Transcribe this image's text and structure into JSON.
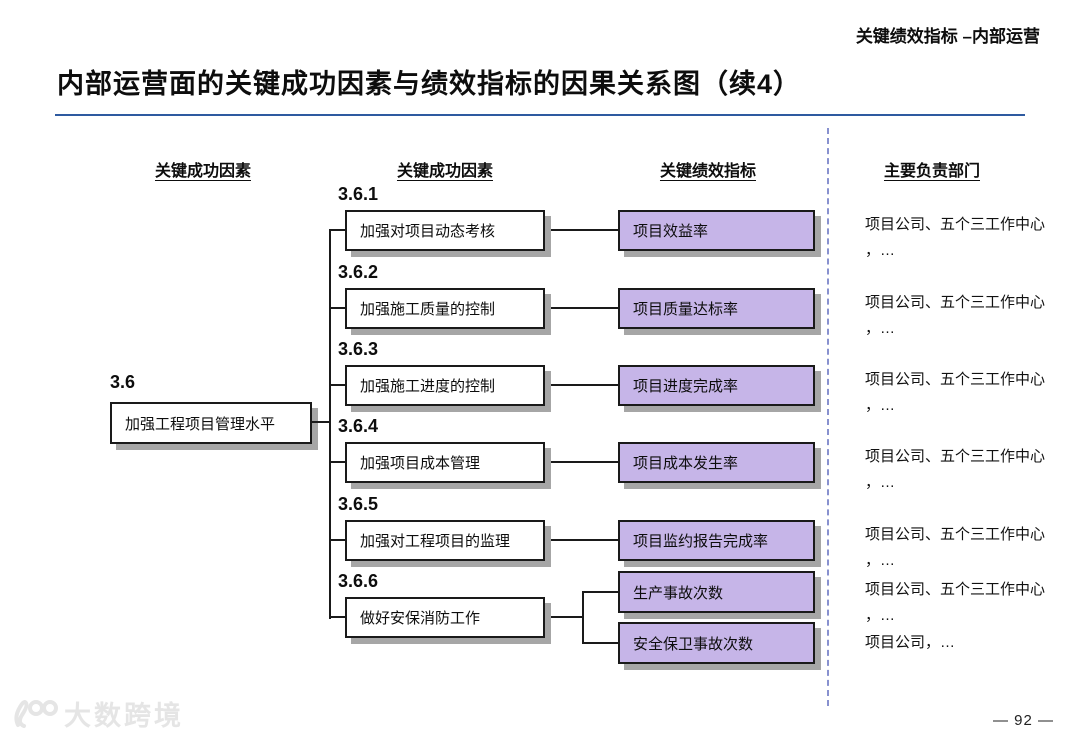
{
  "page": {
    "header_label": "关键绩效指标 –内部运营",
    "title": "内部运营面的关键成功因素与绩效指标的因果关系图（续4）",
    "page_number": "— 92 —",
    "watermark": "大数跨境"
  },
  "columns": [
    {
      "label": "关键成功因素"
    },
    {
      "label": "关键成功因素"
    },
    {
      "label": "关键绩效指标"
    },
    {
      "label": "主要负责部门"
    }
  ],
  "root": {
    "num": "3.6",
    "label": "加强工程项目管理水平"
  },
  "rows": [
    {
      "num": "3.6.1",
      "csf": "加强对项目动态考核",
      "kpis": [
        {
          "label": "项目效益率",
          "dept": "项目公司、五个三工作中心\n，…"
        }
      ]
    },
    {
      "num": "3.6.2",
      "csf": "加强施工质量的控制",
      "kpis": [
        {
          "label": "项目质量达标率",
          "dept": "项目公司、五个三工作中心\n，…"
        }
      ]
    },
    {
      "num": "3.6.3",
      "csf": "加强施工进度的控制",
      "kpis": [
        {
          "label": "项目进度完成率",
          "dept": "项目公司、五个三工作中心\n，…"
        }
      ]
    },
    {
      "num": "3.6.4",
      "csf": "加强项目成本管理",
      "kpis": [
        {
          "label": "项目成本发生率",
          "dept": "项目公司、五个三工作中心\n，…"
        }
      ]
    },
    {
      "num": "3.6.5",
      "csf": "加强对工程项目的监理",
      "kpis": [
        {
          "label": "项目监约报告完成率",
          "dept": "项目公司、五个三工作中心\n，…"
        }
      ]
    },
    {
      "num": "3.6.6",
      "csf": "做好安保消防工作",
      "kpis": [
        {
          "label": "生产事故次数",
          "dept": "项目公司、五个三工作中心\n，…"
        },
        {
          "label": "安全保卫事故次数",
          "dept": "项目公司，…"
        }
      ]
    }
  ],
  "colors": {
    "kpi_fill": "#c6b5e8",
    "box_border": "#1a1a1a",
    "shadow": "#a6a6a6",
    "title_rule": "#2e5aa0",
    "divider_dash": "#8891cf"
  }
}
